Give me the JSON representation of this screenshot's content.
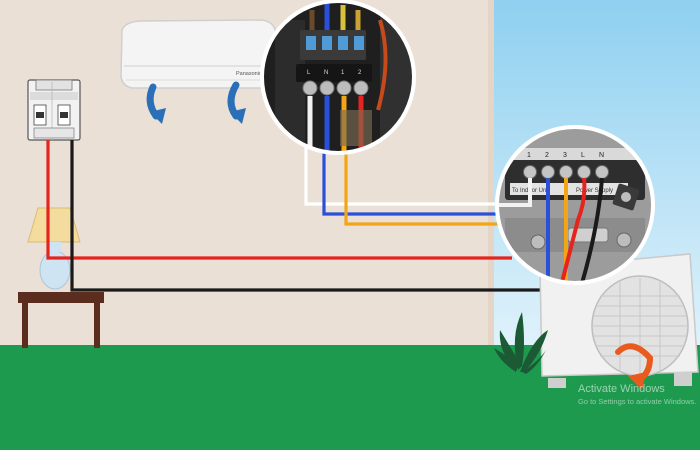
{
  "indoor_unit": {
    "brand": "Panasonic"
  },
  "indoor_terminal": {
    "labels": [
      "L",
      "N",
      "1",
      "2"
    ]
  },
  "outdoor_terminal": {
    "labels": [
      "1",
      "2",
      "3",
      "L",
      "N"
    ],
    "caption_left": "To Indoor Unit",
    "caption_right": "Power Supply"
  },
  "watermark": {
    "title": "Activate Windows",
    "subtitle": "Go to Settings to activate Windows."
  },
  "colors": {
    "wall": "#ebe0d6",
    "sky": "#b9e2f5",
    "grass": "#1e9a4e",
    "wire_red": "#e5241e",
    "wire_black": "#1a1a1a",
    "wire_blue": "#2a4fd8",
    "wire_yellow": "#f2a515",
    "wire_white": "#ffffff",
    "airflow_arrow": "#2a6fb8",
    "fan_arrow": "#ea5a1e"
  },
  "icons": [
    "airflow-arrow-icon",
    "fan-rotation-arrow-icon",
    "plant-icon",
    "lamp-icon"
  ]
}
